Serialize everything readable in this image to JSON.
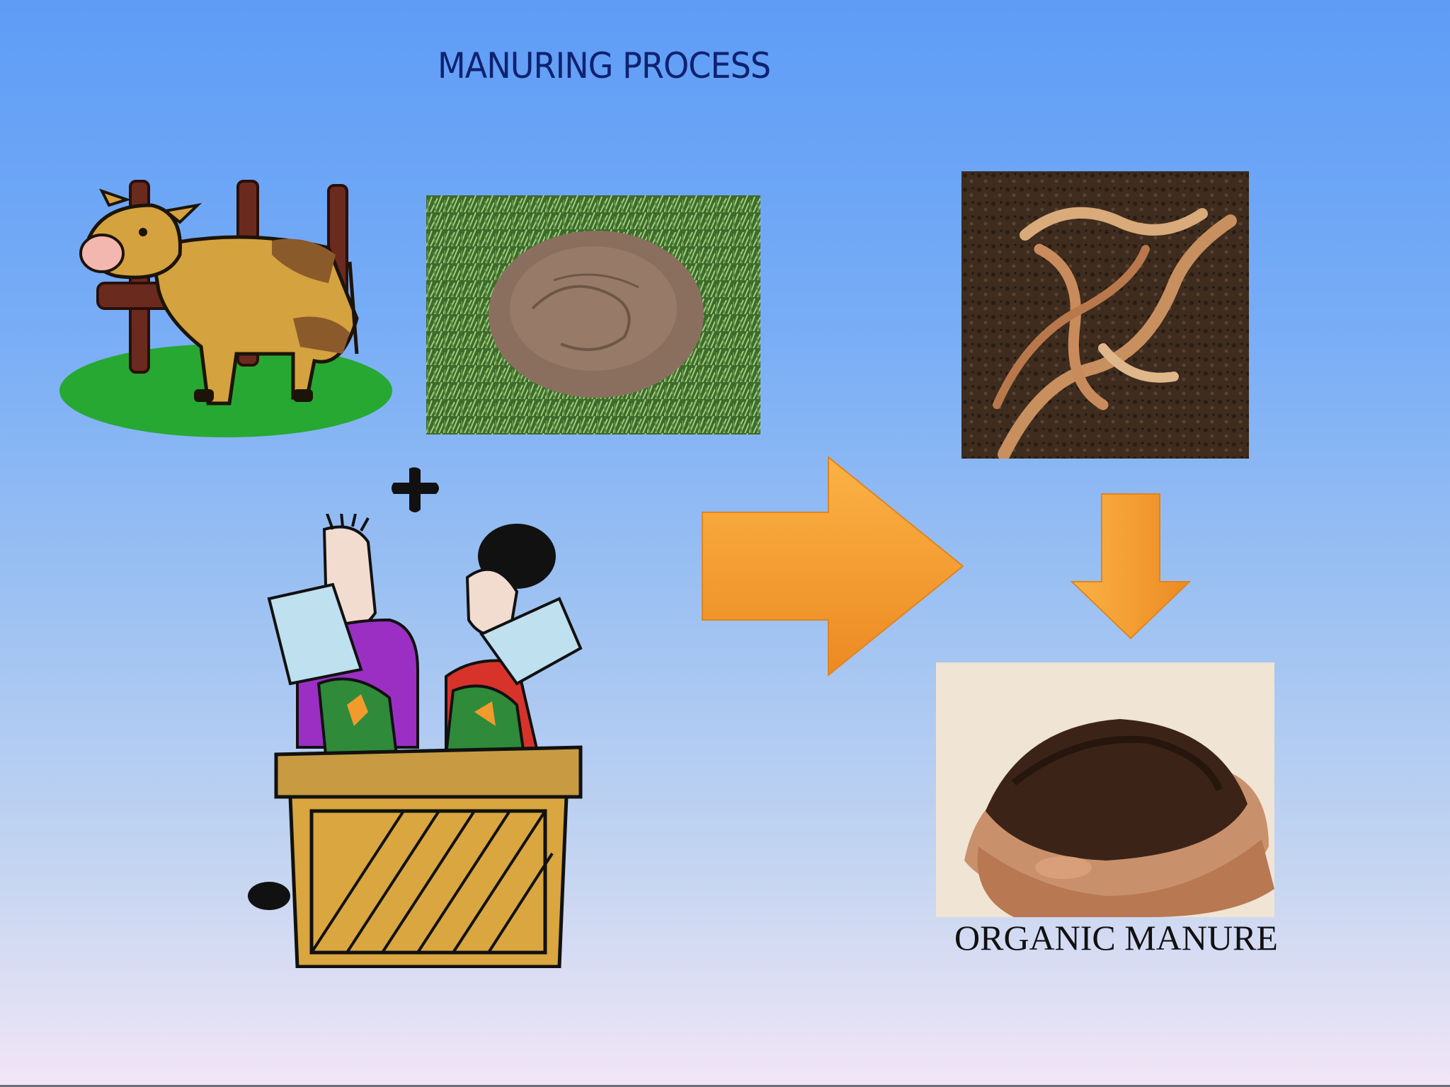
{
  "title": "MANURING PROCESS",
  "caption": "ORGANIC MANURE",
  "colors": {
    "arrow": "#f39a2c",
    "title": "#0e2270",
    "background_top": "#5e9cf6",
    "background_bottom": "#f1e6f6"
  },
  "icons": [
    "cow-illustration",
    "dung-photo",
    "plus-icon",
    "people-compost-bin-illustration",
    "right-arrow-icon",
    "earthworms-photo",
    "down-arrow-icon",
    "organic-manure-photo"
  ]
}
